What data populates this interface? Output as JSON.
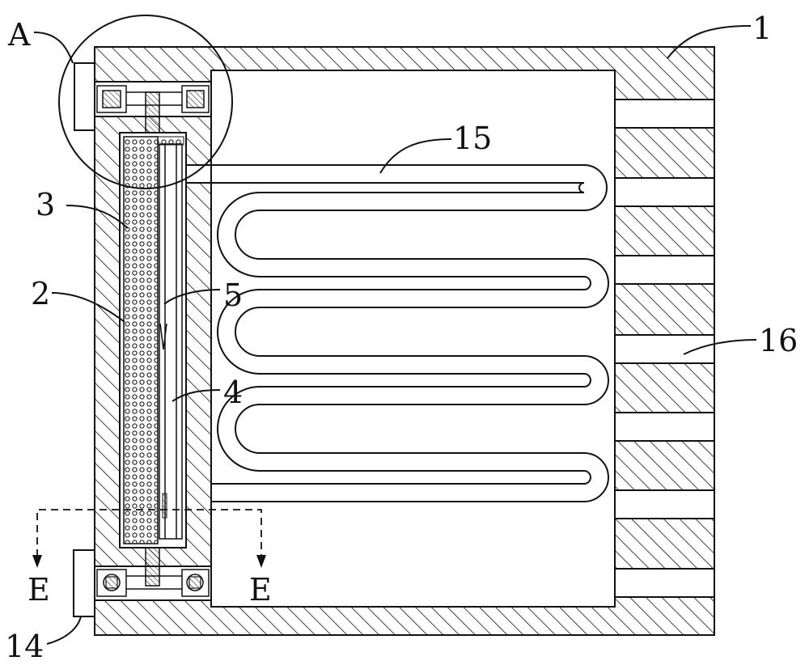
{
  "figure": {
    "labels": {
      "l1": "1",
      "l2": "2",
      "l3": "3",
      "l4": "4",
      "l5": "5",
      "l14": "14",
      "l15": "15",
      "l16": "16",
      "lA": "A",
      "lE_left": "E",
      "lE_right": "E"
    },
    "colors": {
      "stroke": "#111111",
      "background": "#ffffff"
    }
  }
}
